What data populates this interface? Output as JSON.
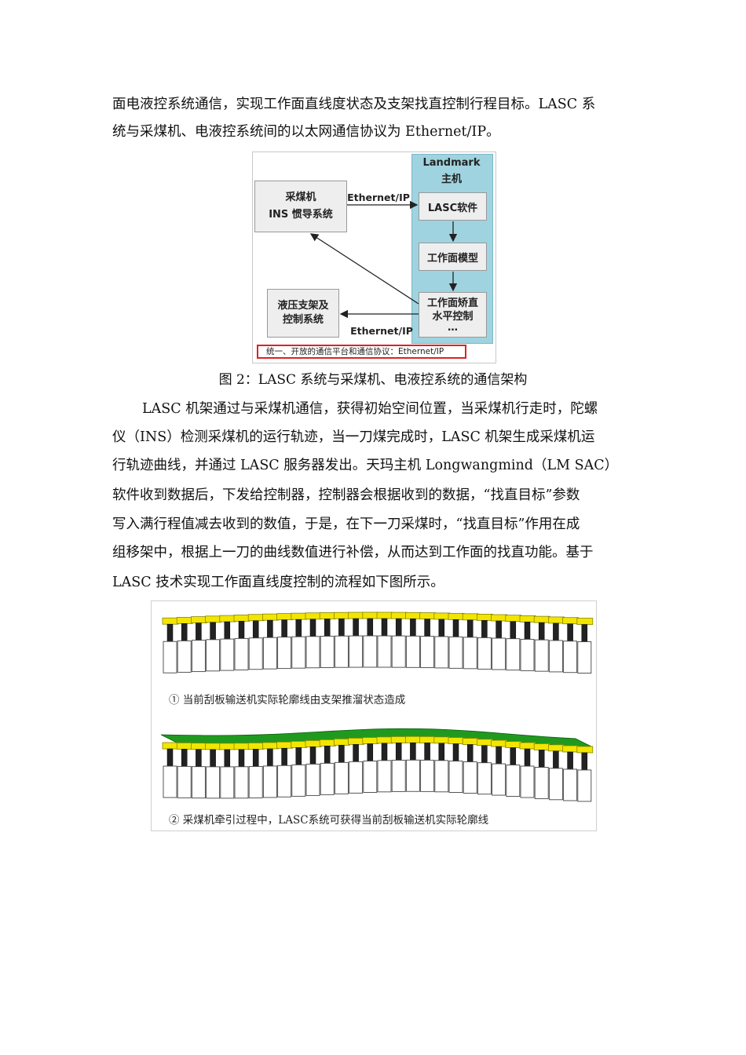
{
  "paragraph1": {
    "lines": [
      "面电液控系统通信，实现工作面直线度状态及支架找直控制行程目标。LASC 系",
      "统与采煤机、电液控系统间的以太网通信协议为 Ethernet/IP。"
    ]
  },
  "figure1": {
    "panel_title_1": "Landmark",
    "panel_title_2": "主机",
    "shearer_box_1": "采煤机",
    "shearer_box_2": "INS 惯导系统",
    "lasc_software": "LASC软件",
    "face_model": "工作面模型",
    "correction_1": "工作面矫直",
    "correction_2": "水平控制",
    "correction_3": "…",
    "hydraulic_1": "液压支架及",
    "hydraulic_2": "控制系统",
    "link_top": "Ethernet/IP",
    "link_bottom": "Ethernet/IP",
    "footer_note": "统一、开放的通信平台和通信协议：Ethernet/IP",
    "colors": {
      "panel": "#9fd3df",
      "box": "#eeeeee",
      "note_border": "#dd2222"
    }
  },
  "figure1_caption": "图 2：LASC 系统与采煤机、电液控系统的通信架构",
  "paragraph2": {
    "lines": [
      "LASC 机架通过与采煤机通信，获得初始空间位置，当采煤机行走时，陀螺",
      "仪（INS）检测采煤机的运行轨迹，当一刀煤完成时，LASC 机架生成采煤机运",
      "行轨迹曲线，并通过 LASC 服务器发出。天玛主机 Longwangmind（LM SAC）",
      "软件收到数据后，下发给控制器，控制器会根据收到的数据，“找直目标”参数",
      "写入满行程值减去收到的数值，于是，在下一刀采煤时，“找直目标”作用在成",
      "组移架中，根据上一刀的曲线数值进行补偿，从而达到工作面的找直功能。基于",
      "LASC 技术实现工作面直线度控制的流程如下图所示。"
    ]
  },
  "figure2": {
    "caption_1": "① 当前刮板输送机实际轮廓线由支架推溜状态造成",
    "caption_2": "② 采煤机牵引过程中，LASC系统可获得当前刮板输送机实际轮廓线",
    "support_count": 30,
    "colors": {
      "cap": "#f2e600",
      "cap_border": "#8a8200",
      "column": "#222222",
      "conveyor": "#1f9a1f"
    }
  }
}
